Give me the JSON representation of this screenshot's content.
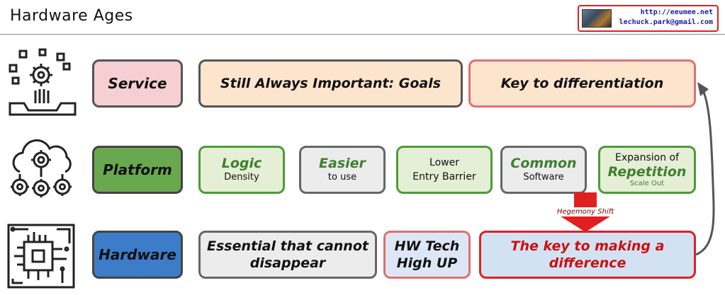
{
  "header": {
    "title": "Hardware Ages",
    "contact_url": "http://eeumee.net",
    "contact_email": "lechuck.park@gmail.com"
  },
  "rows": {
    "service": {
      "label": "Service",
      "goals": "Still Always Important: Goals",
      "differentiation": "Key to differentiation"
    },
    "platform": {
      "label": "Platform",
      "items": [
        {
          "main": "Logic",
          "sub": "Density"
        },
        {
          "main": "Easier",
          "sub": "to use"
        },
        {
          "main": "Lower",
          "sub": "Entry Barrier"
        },
        {
          "main": "Common",
          "sub": "Software"
        },
        {
          "main_top": "Expansion of",
          "main": "Repetition",
          "sub": "Scale Out"
        }
      ]
    },
    "hardware": {
      "label": "Hardware",
      "essential_line1": "Essential that cannot",
      "essential_line2": "disappear",
      "hwtech_line1": "HW Tech",
      "hwtech_line2": "High UP",
      "key_line1": "The key to making a",
      "key_line2": "difference"
    }
  },
  "annotations": {
    "hegemony_shift": "Hegemony Shift"
  },
  "colors": {
    "service_label_bg": "#f5cfd2",
    "service_box_bg": "#fde4cc",
    "platform_label_bg": "#6aa84f",
    "hardware_label_bg": "#3d7cc9",
    "hw_tech_bg": "#dce6f4",
    "key_box_bg": "#d3e2f3",
    "red_accent": "#e02020",
    "green_accent": "#4e9a3a"
  },
  "icons": [
    "service-hand-gear-icon",
    "cloud-gears-icon",
    "circuit-board-chip-icon",
    "contact-avatar-icon"
  ]
}
